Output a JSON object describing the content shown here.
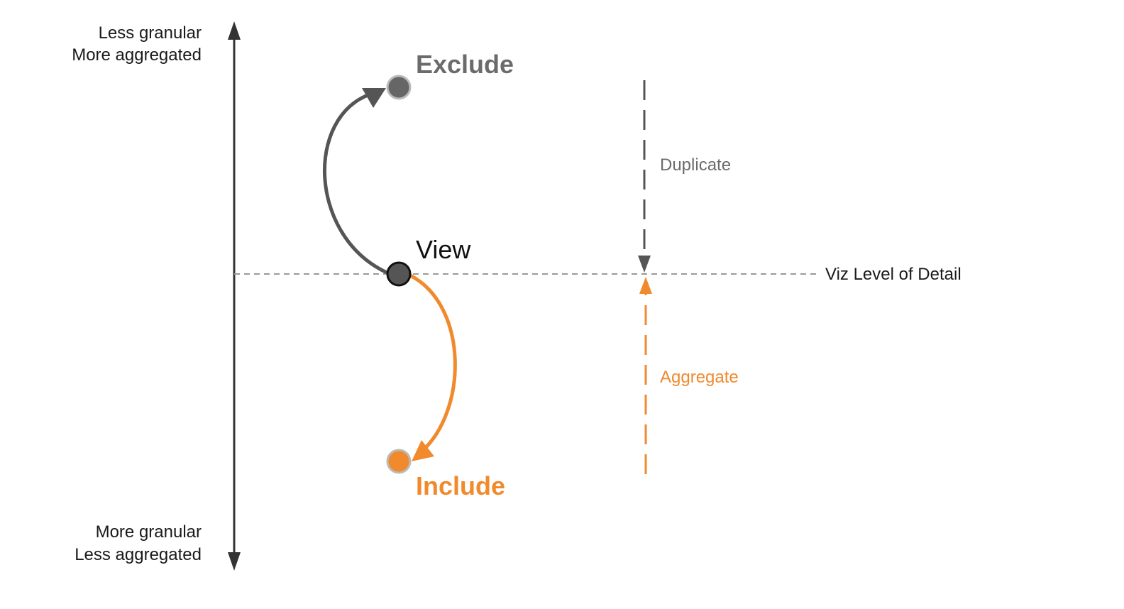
{
  "axis": {
    "top_line1": "Less granular",
    "top_line2": "More aggregated",
    "bottom_line1": "More granular",
    "bottom_line2": "Less aggregated"
  },
  "reference_line": {
    "label": "Viz Level of Detail"
  },
  "nodes": {
    "exclude": "Exclude",
    "view": "View",
    "include": "Include"
  },
  "effects": {
    "duplicate": "Duplicate",
    "aggregate": "Aggregate"
  },
  "colors": {
    "gray_dark": "#555555",
    "gray_text": "#6b6b6b",
    "orange": "#f08a2c",
    "axis": "#333333",
    "dashed_line": "#999999"
  }
}
